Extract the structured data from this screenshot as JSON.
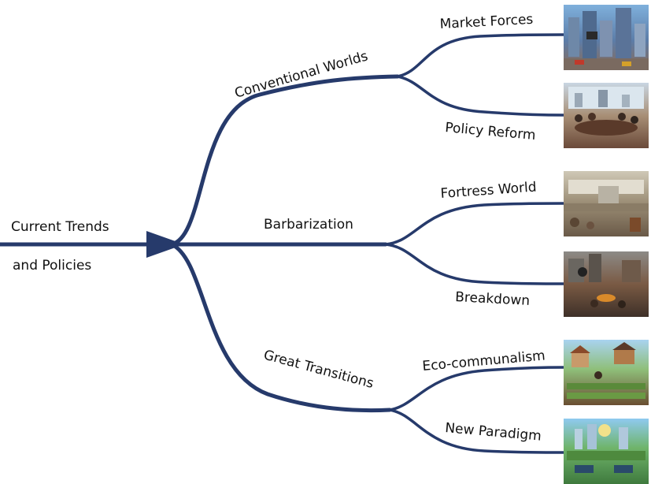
{
  "root": {
    "line1": "Current Trends",
    "line2": "and Policies"
  },
  "branches": [
    {
      "label": "Conventional Worlds",
      "leaves": [
        {
          "label": "Market Forces",
          "icon": "city-street-image"
        },
        {
          "label": "Policy Reform",
          "icon": "meeting-room-image"
        }
      ]
    },
    {
      "label": "Barbarization",
      "leaves": [
        {
          "label": "Fortress World",
          "icon": "walled-compound-image"
        },
        {
          "label": "Breakdown",
          "icon": "ruined-town-image"
        }
      ]
    },
    {
      "label": "Great Transitions",
      "leaves": [
        {
          "label": "Eco-communalism",
          "icon": "village-garden-image"
        },
        {
          "label": "New Paradigm",
          "icon": "green-city-image"
        }
      ]
    }
  ],
  "colors": {
    "line": "#263a6b",
    "text": "#111111",
    "background": "#ffffff"
  }
}
